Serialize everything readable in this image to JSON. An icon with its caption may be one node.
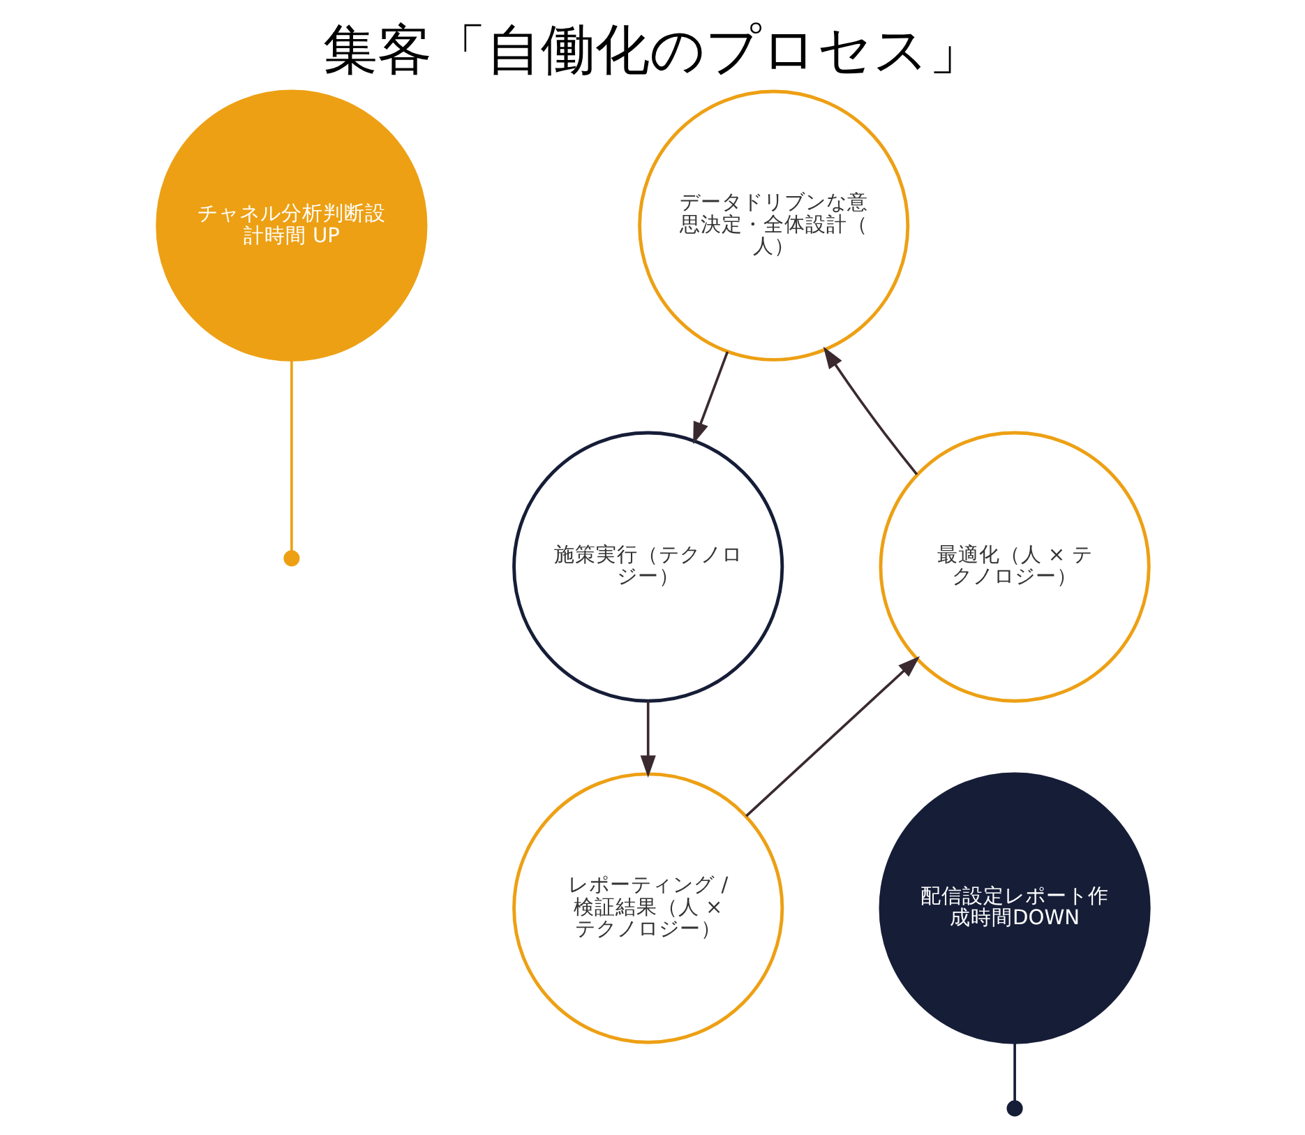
{
  "diagram": {
    "title": "集客「自働化のプロセス」",
    "nodes": [
      {
        "text": [
          "チャネル分析判断設計時間 UP"
        ]
      },
      {
        "text": [
          "データドリブンな意思決定・全体設計（人）"
        ]
      },
      {
        "text": [
          "最適化（人 × テクノロジー）"
        ]
      },
      {
        "text": [
          "施策実行（テクノロジー）"
        ]
      },
      {
        "text": [
          "レポーティング / 検証結果（人 × テクノロジー）"
        ]
      },
      {
        "text": [
          "配信設定レポート作成時間DOWN"
        ]
      }
    ],
    "edges": [
      {
        "from": 2,
        "to": 1,
        "arrow": "to"
      },
      {
        "from": 1,
        "to": 3,
        "arrow": "to"
      },
      {
        "from": 3,
        "to": 4,
        "arrow": "to"
      },
      {
        "from": 4,
        "to": 2,
        "arrow": "to"
      },
      {
        "from": 0,
        "to": null,
        "arrow": "other",
        "color": "#eda014"
      },
      {
        "from": 5,
        "to": null,
        "arrow": "other",
        "color": "#161d37"
      }
    ]
  }
}
